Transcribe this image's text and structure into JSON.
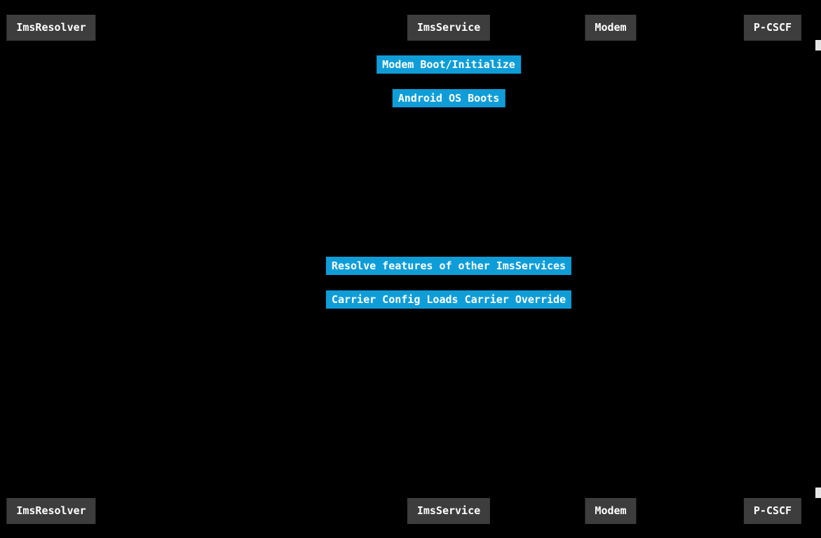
{
  "diagram": {
    "type": "sequence",
    "participants": [
      {
        "label": "ImsResolver"
      },
      {
        "label": "ImsService"
      },
      {
        "label": "Modem"
      },
      {
        "label": "P-CSCF"
      }
    ],
    "notes": [
      {
        "label": "Modem Boot/Initialize"
      },
      {
        "label": "Android OS Boots"
      },
      {
        "label": "Resolve features of other ImsServices"
      },
      {
        "label": "Carrier Config Loads Carrier Override"
      }
    ],
    "colors": {
      "background": "#000000",
      "participant_box": "#3d3d3d",
      "note_box": "#0f9dd8",
      "text": "#ffffff"
    }
  }
}
